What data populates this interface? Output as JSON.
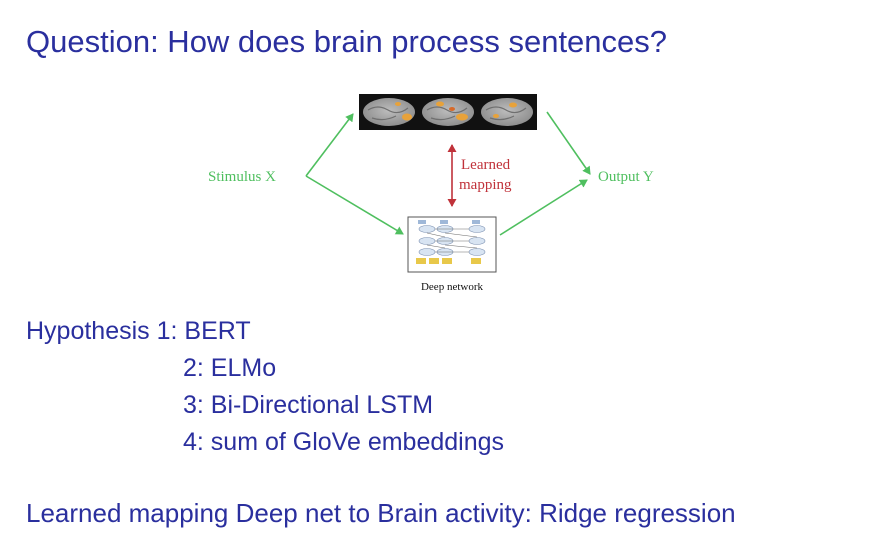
{
  "slide": {
    "title": "Question: How does brain process sentences?",
    "diagram": {
      "stimulus_label": "Stimulus X",
      "output_label": "Output Y",
      "mapping_label_line1": "Learned",
      "mapping_label_line2": "mapping",
      "network_caption": "Deep network",
      "colors": {
        "green": "#4fbf5f",
        "red": "#c0323a",
        "brain_highlight": "#e8a23a"
      }
    },
    "hypotheses": [
      {
        "label": "Hypothesis 1: BERT"
      },
      {
        "label": "2: ELMo"
      },
      {
        "label": "3: Bi-Directional LSTM"
      },
      {
        "label": "4: sum of GloVe embeddings"
      }
    ],
    "footer": "Learned mapping Deep net to Brain activity: Ridge regression",
    "text_color": "#2a2f9e"
  }
}
